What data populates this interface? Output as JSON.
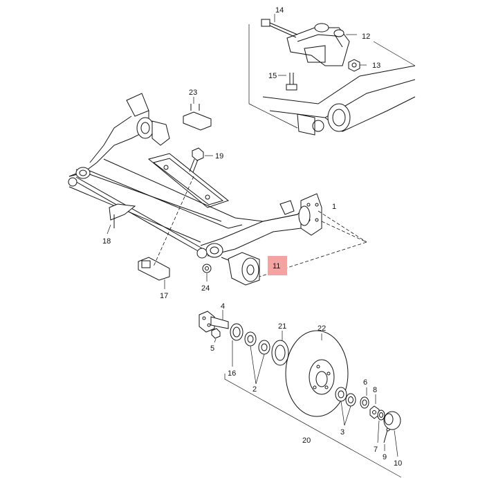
{
  "highlight_color": "#f4a3a3",
  "callouts": [
    {
      "id": "p14",
      "text": "14"
    },
    {
      "id": "p12",
      "text": "12"
    },
    {
      "id": "p13",
      "text": "13"
    },
    {
      "id": "p15",
      "text": "15"
    },
    {
      "id": "p23",
      "text": "23"
    },
    {
      "id": "p19",
      "text": "19"
    },
    {
      "id": "p1",
      "text": "1"
    },
    {
      "id": "p18",
      "text": "18"
    },
    {
      "id": "p11",
      "text": "11",
      "highlighted": true
    },
    {
      "id": "p24",
      "text": "24"
    },
    {
      "id": "p17",
      "text": "17"
    },
    {
      "id": "p4",
      "text": "4"
    },
    {
      "id": "p21",
      "text": "21"
    },
    {
      "id": "p22",
      "text": "22"
    },
    {
      "id": "p5",
      "text": "5"
    },
    {
      "id": "p16",
      "text": "16"
    },
    {
      "id": "p2",
      "text": "2"
    },
    {
      "id": "p6",
      "text": "6"
    },
    {
      "id": "p8",
      "text": "8"
    },
    {
      "id": "p3",
      "text": "3"
    },
    {
      "id": "p20",
      "text": "20"
    },
    {
      "id": "p7",
      "text": "7"
    },
    {
      "id": "p9",
      "text": "9"
    },
    {
      "id": "p10",
      "text": "10"
    }
  ]
}
